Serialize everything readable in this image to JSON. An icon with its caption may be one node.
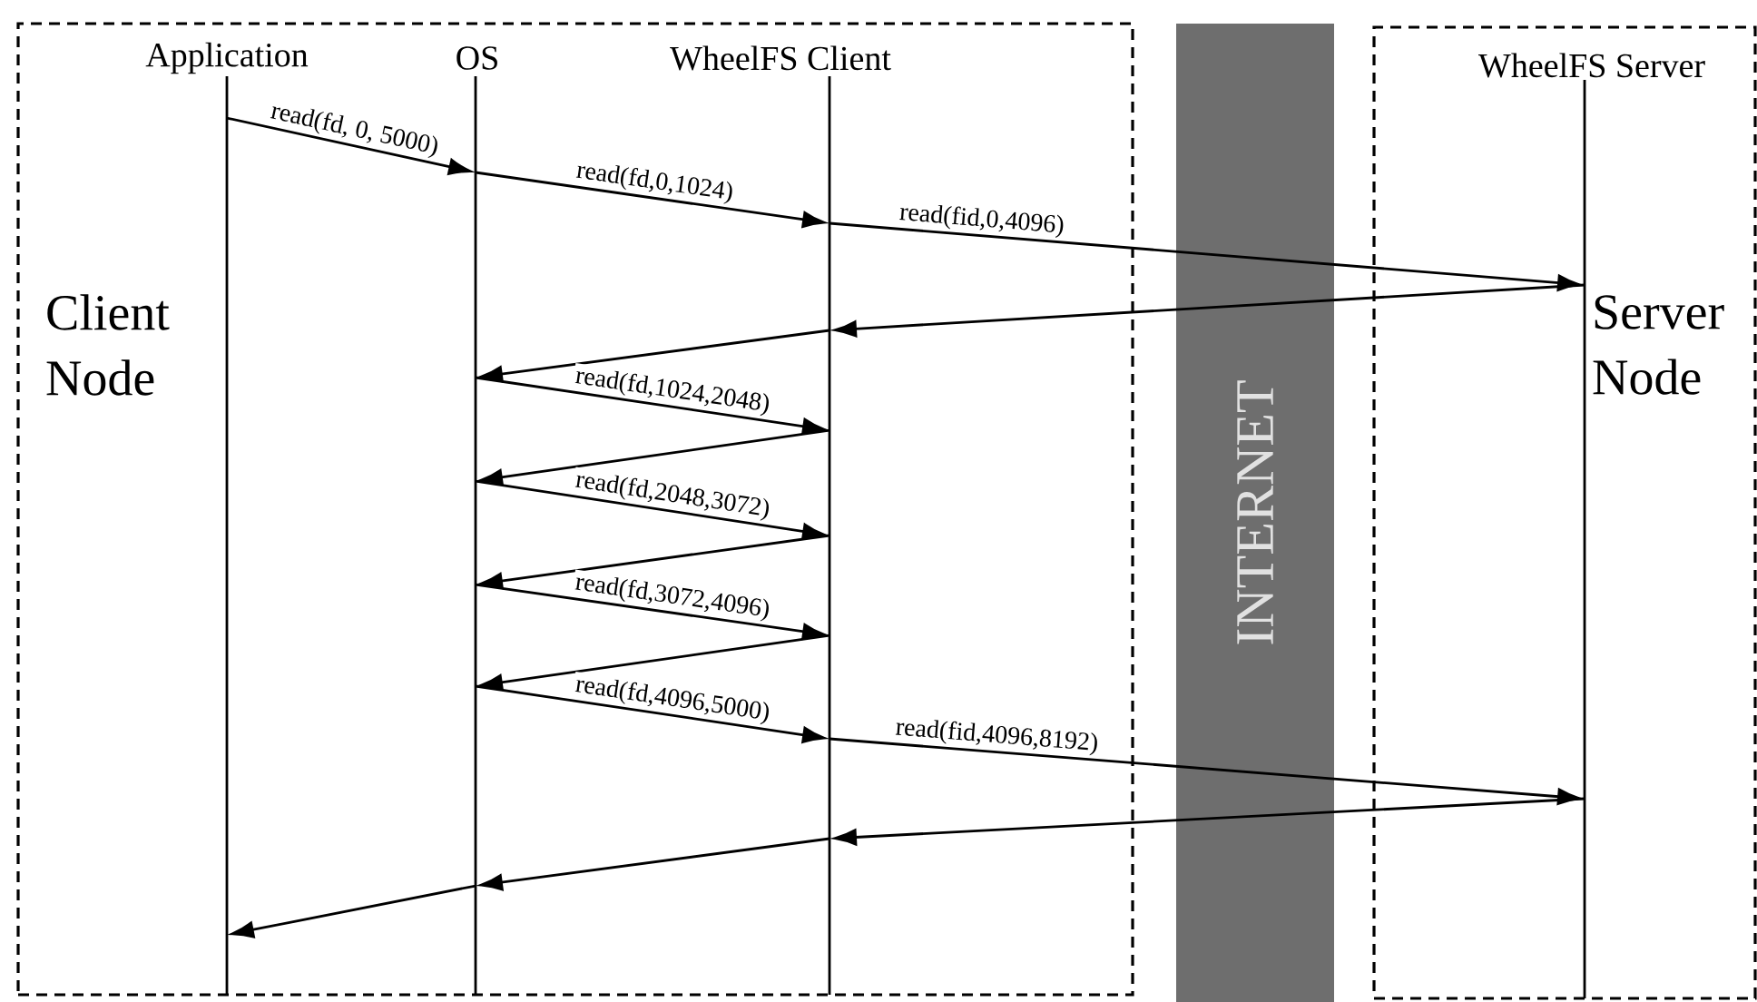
{
  "diagram": {
    "nodes": [
      {
        "text": [
          "Client Node"
        ]
      },
      {
        "text": [
          "Application"
        ],
        "in": 0
      },
      {
        "text": [
          "OS"
        ],
        "in": 0
      },
      {
        "text": [
          "WheelFS Client"
        ],
        "in": 0
      },
      {
        "text": [
          "Server Node"
        ]
      },
      {
        "text": [
          "WheelFS Server"
        ],
        "in": 4
      }
    ],
    "labels": [
      "INTERNET"
    ],
    "edges": [
      {
        "from": 1,
        "to": 2,
        "arrow": "to",
        "label": "read(fd, 0, 5000)"
      },
      {
        "from": 2,
        "to": 3,
        "arrow": "to",
        "label": "read(fd,0,1024)"
      },
      {
        "from": 3,
        "to": 5,
        "arrow": "to",
        "label": "read(fid,0,4096)"
      },
      {
        "from": 5,
        "to": 3,
        "arrow": "to"
      },
      {
        "from": 3,
        "to": 2,
        "arrow": "to"
      },
      {
        "from": 2,
        "to": 3,
        "arrow": "to",
        "label": "read(fd,1024,2048)"
      },
      {
        "from": 3,
        "to": 2,
        "arrow": "to"
      },
      {
        "from": 2,
        "to": 3,
        "arrow": "to",
        "label": "read(fd,2048,3072)"
      },
      {
        "from": 3,
        "to": 2,
        "arrow": "to"
      },
      {
        "from": 2,
        "to": 3,
        "arrow": "to",
        "label": "read(fd,3072,4096)"
      },
      {
        "from": 3,
        "to": 2,
        "arrow": "to"
      },
      {
        "from": 2,
        "to": 3,
        "arrow": "to",
        "label": "read(fd,4096,5000)"
      },
      {
        "from": 3,
        "to": 5,
        "arrow": "to",
        "label": "read(fid,4096,8192)"
      },
      {
        "from": 5,
        "to": 3,
        "arrow": "to"
      },
      {
        "from": 3,
        "to": 2,
        "arrow": "to"
      },
      {
        "from": 2,
        "to": 1,
        "arrow": "to"
      }
    ]
  }
}
